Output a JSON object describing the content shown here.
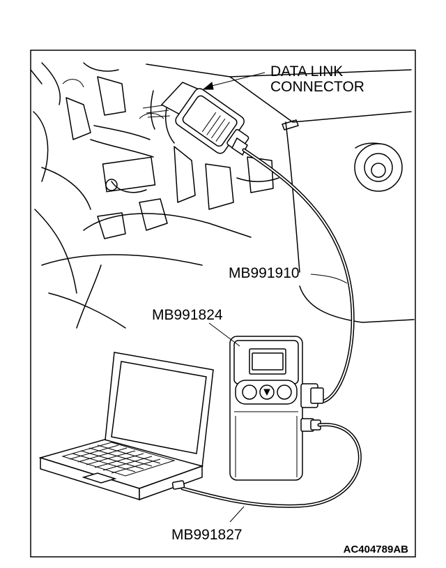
{
  "labels": {
    "data_link_connector_line1": "DATA LINK",
    "data_link_connector_line2": "CONNECTOR",
    "vci_cable": "MB991910",
    "vci_unit": "MB991824",
    "usb_cable": "MB991827",
    "figure_id": "AC404789AB"
  },
  "icons": [
    "laptop-icon",
    "vci-unit-icon",
    "data-link-connector-icon",
    "steering-column-icon"
  ]
}
